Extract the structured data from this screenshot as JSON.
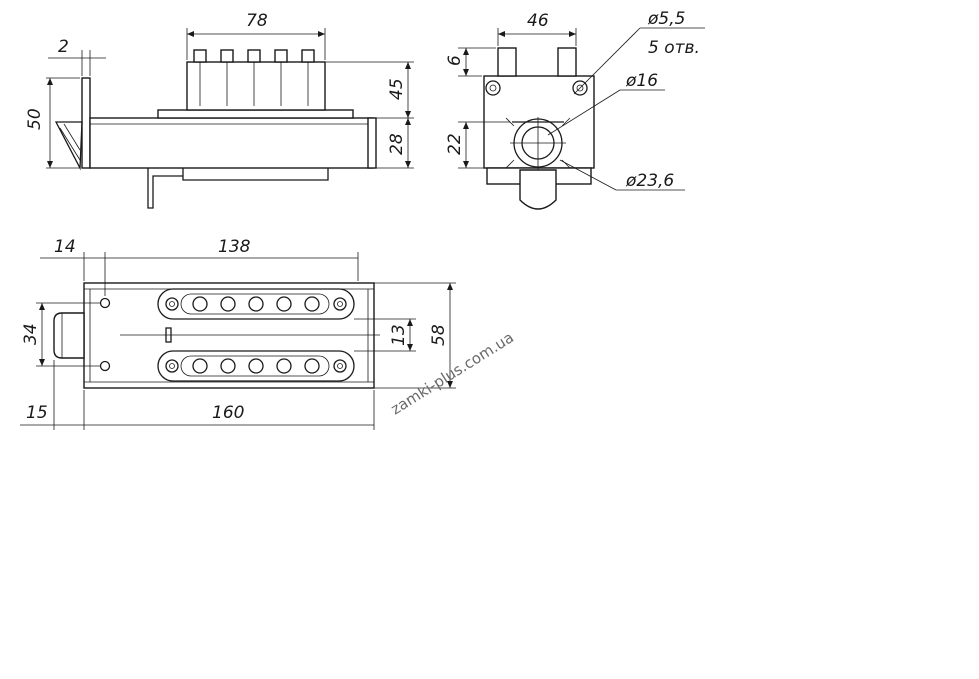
{
  "dimensions": {
    "side_flange": "2",
    "side_height": "50",
    "side_width": "78",
    "side_top": "45",
    "side_body": "28",
    "end_width": "46",
    "end_pin": "6",
    "end_offset": "22",
    "hole_diameter": "ø5,5",
    "hole_count": "5 отв.",
    "cyl_diameter": "ø16",
    "cyl_outer": "ø23,6",
    "plan_left": "14",
    "plan_length": "138",
    "plan_cyl": "34",
    "plan_gap": "13",
    "plan_height": "58",
    "plan_knob": "15",
    "plan_total": "160"
  },
  "watermark": "zamki-plus.com.ua"
}
